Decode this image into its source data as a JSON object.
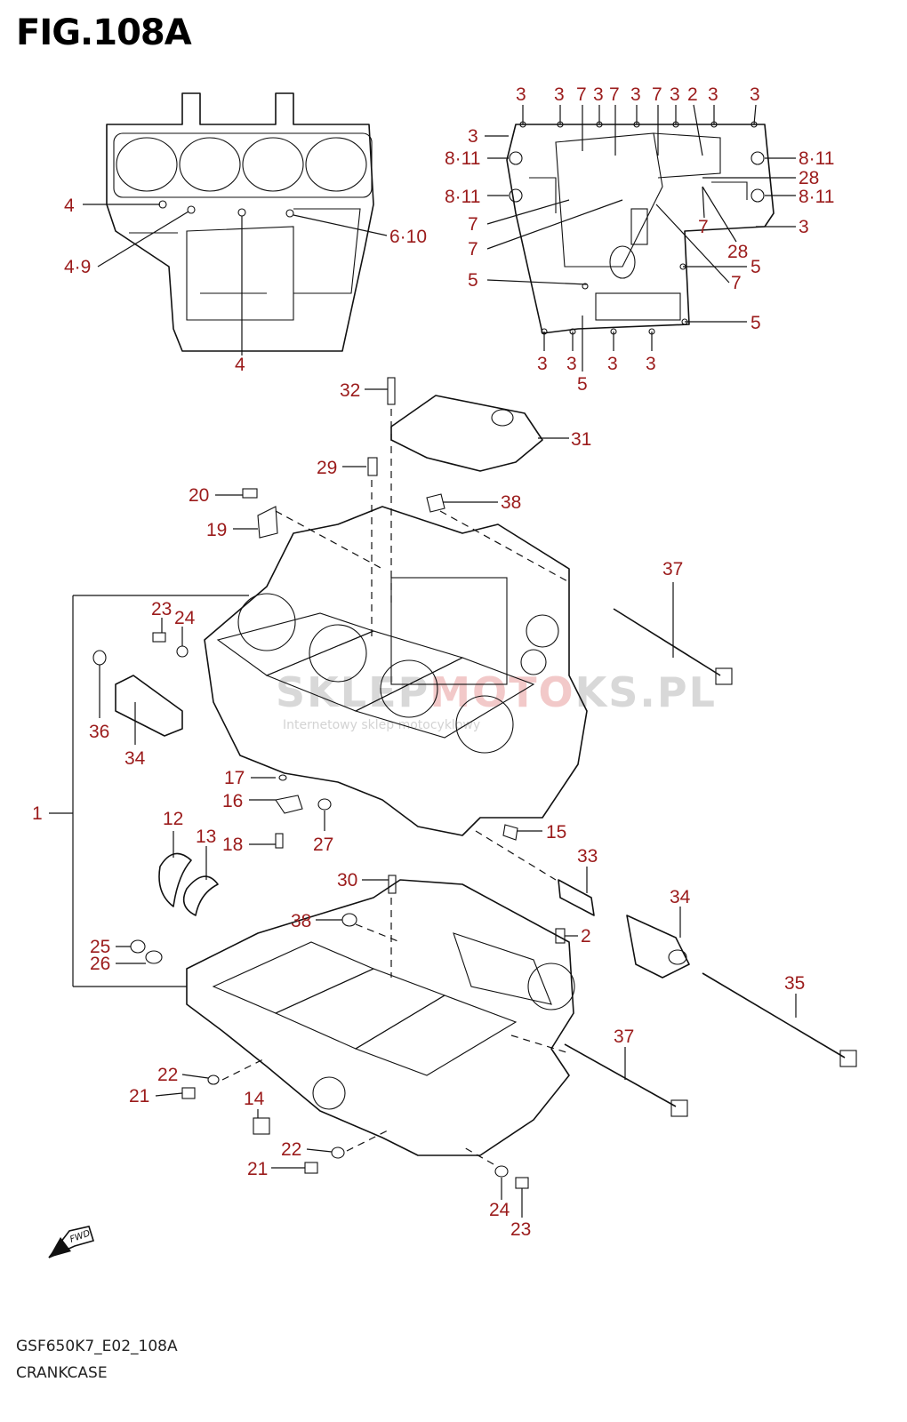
{
  "figure_title": "FIG.108A",
  "footer": {
    "code": "GSF650K7_E02_108A",
    "name": "CRANKCASE"
  },
  "watermark": {
    "main_a": "SKLEP",
    "main_b": "MOTO",
    "main_c": "KS.PL",
    "sub": "Internetowy sklep motocyklowy"
  },
  "fwd_label": "FWD",
  "callouts": {
    "top_left": [
      "4",
      "4·9",
      "4",
      "6·10"
    ],
    "top_right_row": [
      "3",
      "3",
      "7",
      "3",
      "7",
      "3",
      "7",
      "3",
      "2",
      "3",
      "3"
    ],
    "top_right_left": [
      "3",
      "8·11",
      "8·11",
      "7",
      "7",
      "5"
    ],
    "top_right_right": [
      "8·11",
      "28",
      "8·11",
      "3",
      "28",
      "7",
      "5",
      "7",
      "5"
    ],
    "top_right_bottom": [
      "3",
      "3",
      "3",
      "3",
      "5"
    ],
    "main": [
      "32",
      "31",
      "29",
      "20",
      "38",
      "19",
      "37",
      "23",
      "24",
      "36",
      "34",
      "17",
      "1",
      "16",
      "15",
      "12",
      "13",
      "18",
      "27",
      "33",
      "30",
      "34",
      "38",
      "2",
      "25",
      "26",
      "35",
      "37",
      "22",
      "21",
      "14",
      "22",
      "21",
      "24",
      "23"
    ]
  }
}
